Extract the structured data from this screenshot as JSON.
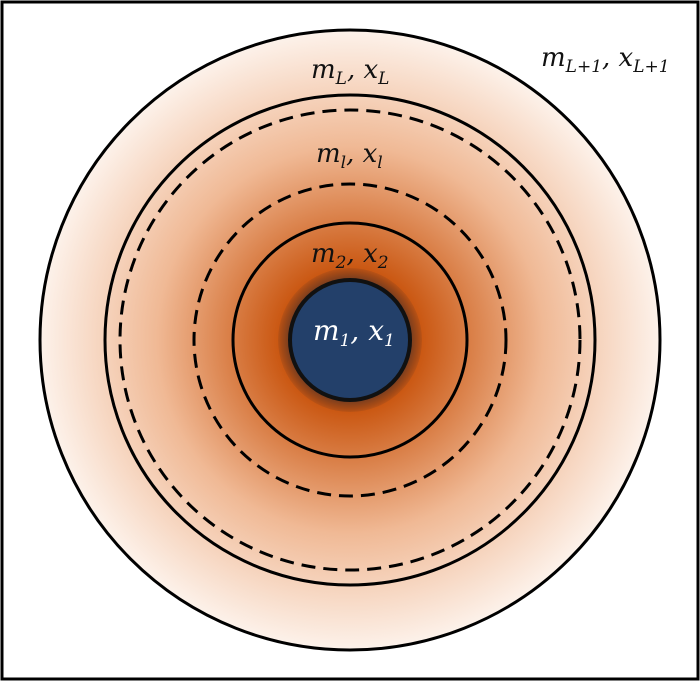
{
  "colors": {
    "core": "#23406a",
    "shell_inner": "#c9550f",
    "shell_outer": "#fdf3ec",
    "stroke": "#000000",
    "background": "#ffffff"
  },
  "labels": {
    "outer": {
      "m": "m",
      "m_sub": "L+1",
      "x": "x",
      "x_sub": "L+1"
    },
    "shell_L": {
      "m": "m",
      "m_sub": "L",
      "x": "x",
      "x_sub": "L"
    },
    "shell_l": {
      "m": "m",
      "m_sub": "l",
      "x": "x",
      "x_sub": "l"
    },
    "shell_2": {
      "m": "m",
      "m_sub": "2",
      "x": "x",
      "x_sub": "2"
    },
    "core": {
      "m": "m",
      "m_sub": "1",
      "x": "x",
      "x_sub": "1"
    }
  },
  "separator": ", "
}
